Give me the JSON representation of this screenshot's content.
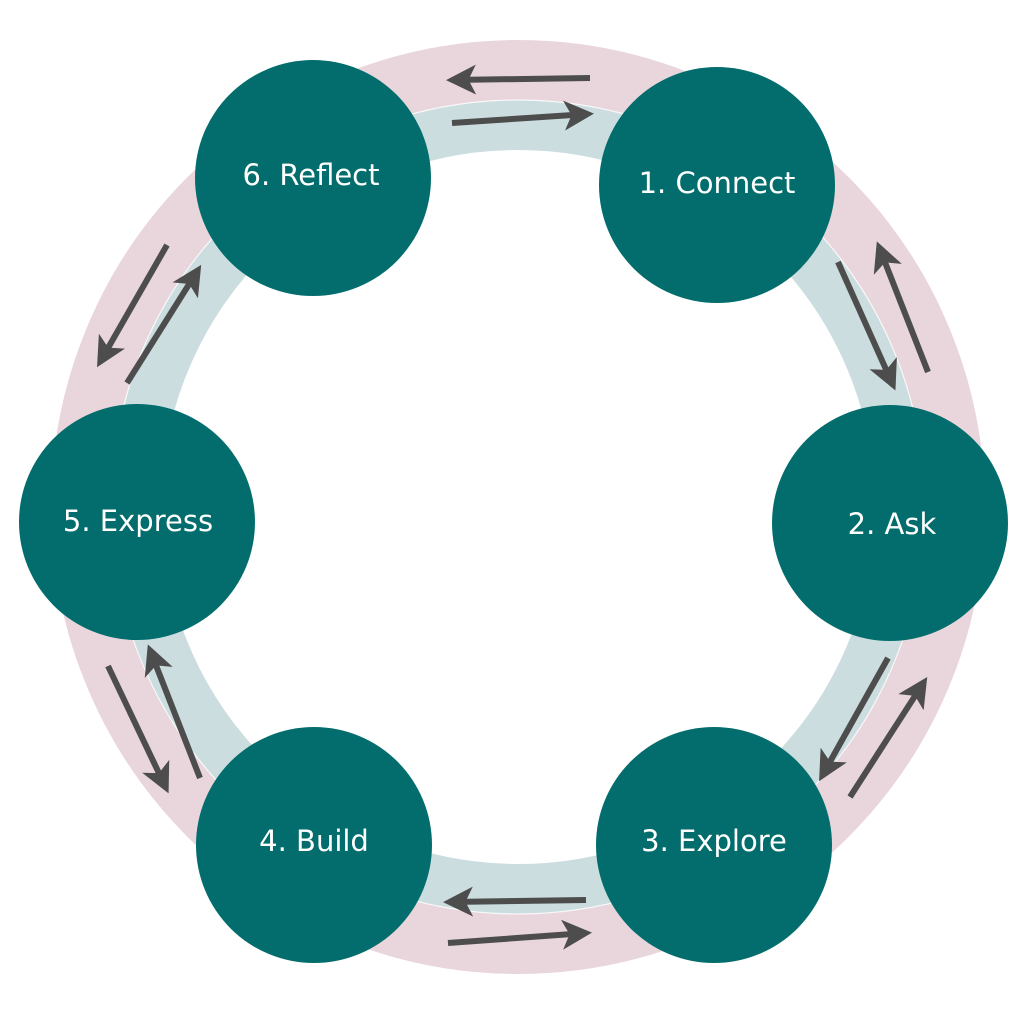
{
  "title": "Six-stage cycle diagram",
  "colors": {
    "node_fill": "#026d6c",
    "node_text": "#ffffff",
    "outer_ring": "#e9d6dc",
    "inner_ring": "#cbdddf",
    "arrow": "#4d4d4d",
    "background": "#ffffff"
  },
  "nodes": [
    {
      "id": "connect",
      "label": "1. Connect"
    },
    {
      "id": "ask",
      "label": "2. Ask"
    },
    {
      "id": "explore",
      "label": "3. Explore"
    },
    {
      "id": "build",
      "label": "4. Build"
    },
    {
      "id": "express",
      "label": "5. Express"
    },
    {
      "id": "reflect",
      "label": "6. Reflect"
    }
  ],
  "connections": [
    {
      "between": [
        "reflect",
        "connect"
      ],
      "forward_ring": "inner",
      "backward_ring": "outer"
    },
    {
      "between": [
        "connect",
        "ask"
      ],
      "forward_ring": "inner",
      "backward_ring": "outer"
    },
    {
      "between": [
        "ask",
        "explore"
      ],
      "forward_ring": "inner",
      "backward_ring": "outer"
    },
    {
      "between": [
        "explore",
        "build"
      ],
      "forward_ring": "inner",
      "backward_ring": "outer"
    },
    {
      "between": [
        "build",
        "express"
      ],
      "forward_ring": "inner",
      "backward_ring": "outer"
    },
    {
      "between": [
        "express",
        "reflect"
      ],
      "forward_ring": "inner",
      "backward_ring": "outer"
    }
  ],
  "ring_bands": [
    {
      "name": "outer-ring",
      "color_key": "outer_ring"
    },
    {
      "name": "inner-ring",
      "color_key": "inner_ring"
    }
  ]
}
